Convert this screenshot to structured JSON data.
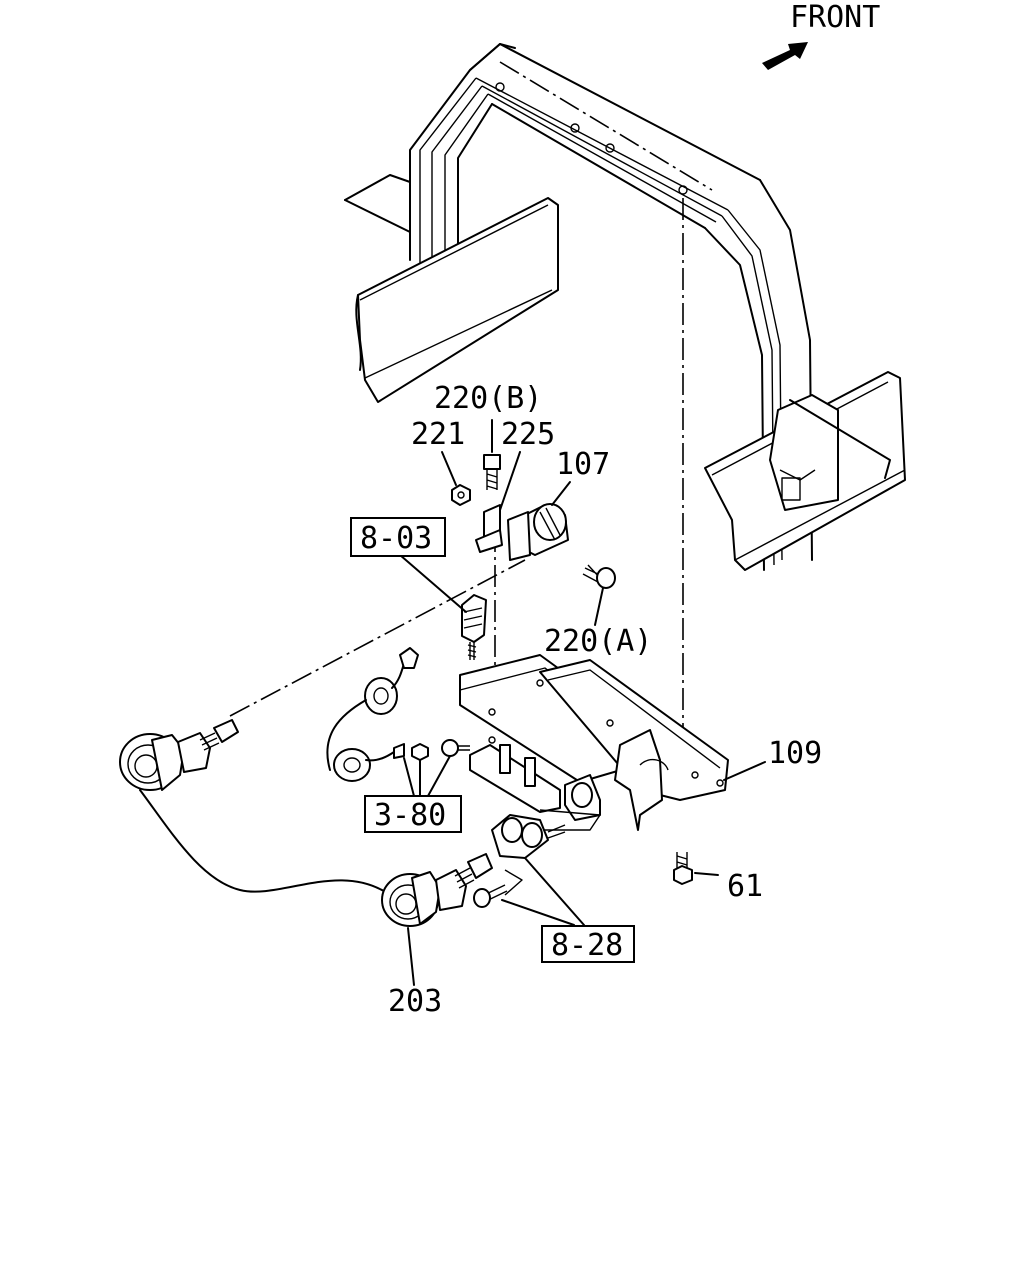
{
  "orientation": {
    "label": "FRONT",
    "icon": "front-arrow-icon"
  },
  "callouts": {
    "c220b": "220(B)",
    "c221": "221",
    "c225": "225",
    "c107": "107",
    "c803": "8-03",
    "c220a": "220(A)",
    "c109": "109",
    "c380": "3-80",
    "c61": "61",
    "c828": "8-28",
    "c203": "203"
  }
}
